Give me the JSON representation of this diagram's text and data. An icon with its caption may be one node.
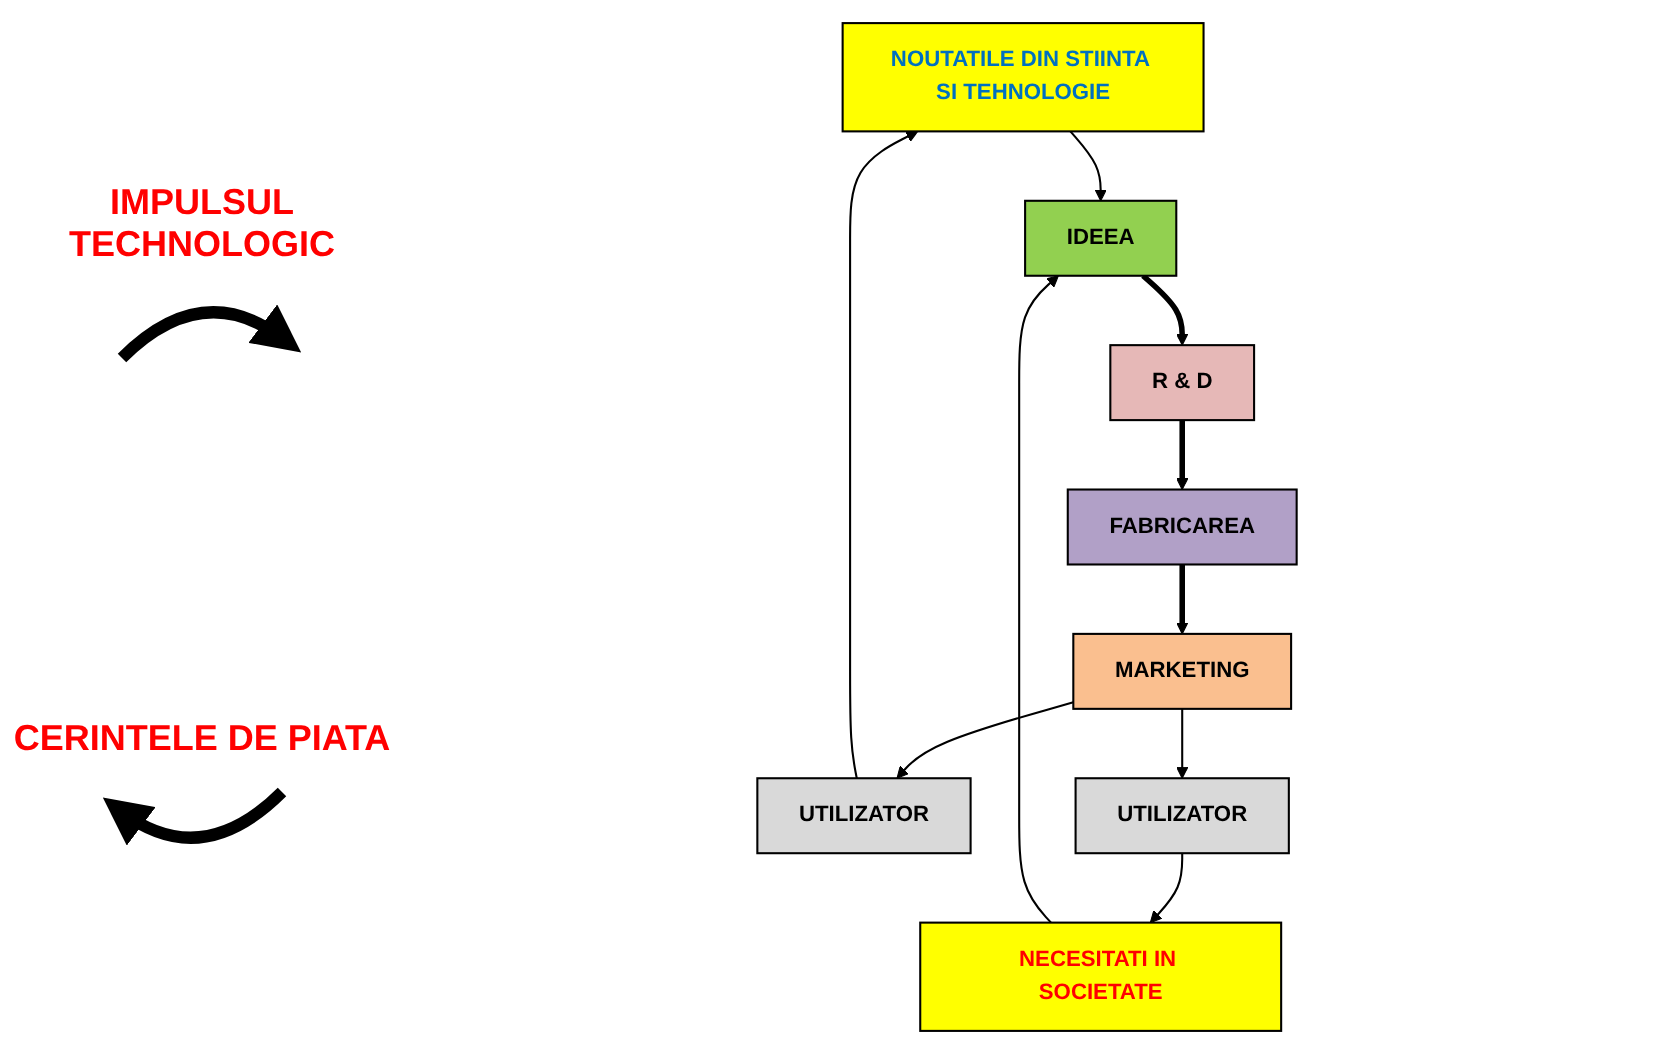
{
  "diagram": {
    "nodes": [
      {
        "text": [
          "NOUTATILE DIN STIINTA SI TEHNOLOGIE"
        ]
      },
      {
        "text": [
          "UTILIZATOR"
        ]
      },
      {
        "text": [
          "IDEEA"
        ]
      },
      {
        "text": [
          "R & D"
        ]
      },
      {
        "text": [
          "FABRICAREA"
        ]
      },
      {
        "text": [
          "MARKETING"
        ]
      },
      {
        "text": [
          "UTILIZATOR"
        ]
      },
      {
        "text": [
          "NECESITATI IN SOCIETATE"
        ]
      }
    ],
    "edges": [
      {
        "from": 1,
        "to": 0,
        "arrow": "to"
      },
      {
        "from": 0,
        "to": 2,
        "arrow": "to"
      },
      {
        "from": 2,
        "to": 3,
        "arrow": "to",
        "style": "thick"
      },
      {
        "from": 3,
        "to": 4,
        "arrow": "to",
        "style": "thick"
      },
      {
        "from": 4,
        "to": 5,
        "arrow": "to",
        "style": "thick"
      },
      {
        "from": 5,
        "to": 1,
        "arrow": "to"
      },
      {
        "from": 5,
        "to": 6,
        "arrow": "to"
      },
      {
        "from": 6,
        "to": 7,
        "arrow": "to"
      },
      {
        "from": 7,
        "to": 2,
        "arrow": "to"
      }
    ],
    "labels": [
      "IMPULSUL TECHNOLOGIC",
      "CERINTELE DE PIATA"
    ]
  }
}
